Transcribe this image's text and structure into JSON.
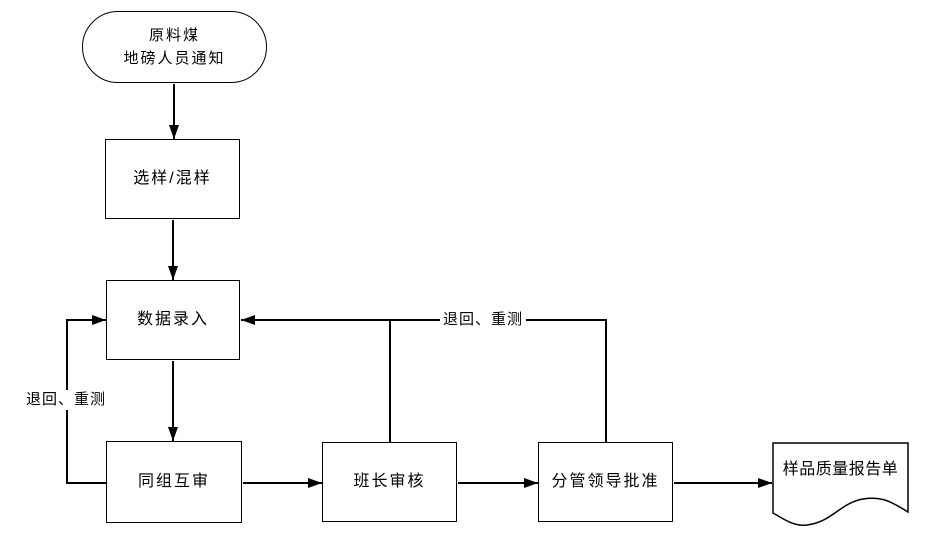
{
  "diagram": {
    "type": "flowchart",
    "colors": {
      "background": "#ffffff",
      "line": "#000000",
      "node_fill": "#ffffff",
      "text": "#000000"
    },
    "nodes": {
      "start": {
        "shape": "terminator",
        "line1": "原料煤",
        "line2": "地磅人员通知"
      },
      "sampling": {
        "shape": "process",
        "label": "选样/混样"
      },
      "data_entry": {
        "shape": "process",
        "label": "数据录入"
      },
      "peer_review": {
        "shape": "process",
        "label": "同组互审"
      },
      "shift_leader_review": {
        "shape": "process",
        "label": "班长审核"
      },
      "leader_approval": {
        "shape": "process",
        "label": "分管领导批准"
      },
      "report": {
        "shape": "document",
        "label": "样品质量报告单"
      }
    },
    "edges": {
      "left_feedback_label": "退回、重测",
      "top_feedback_label": "退回、重测"
    }
  }
}
